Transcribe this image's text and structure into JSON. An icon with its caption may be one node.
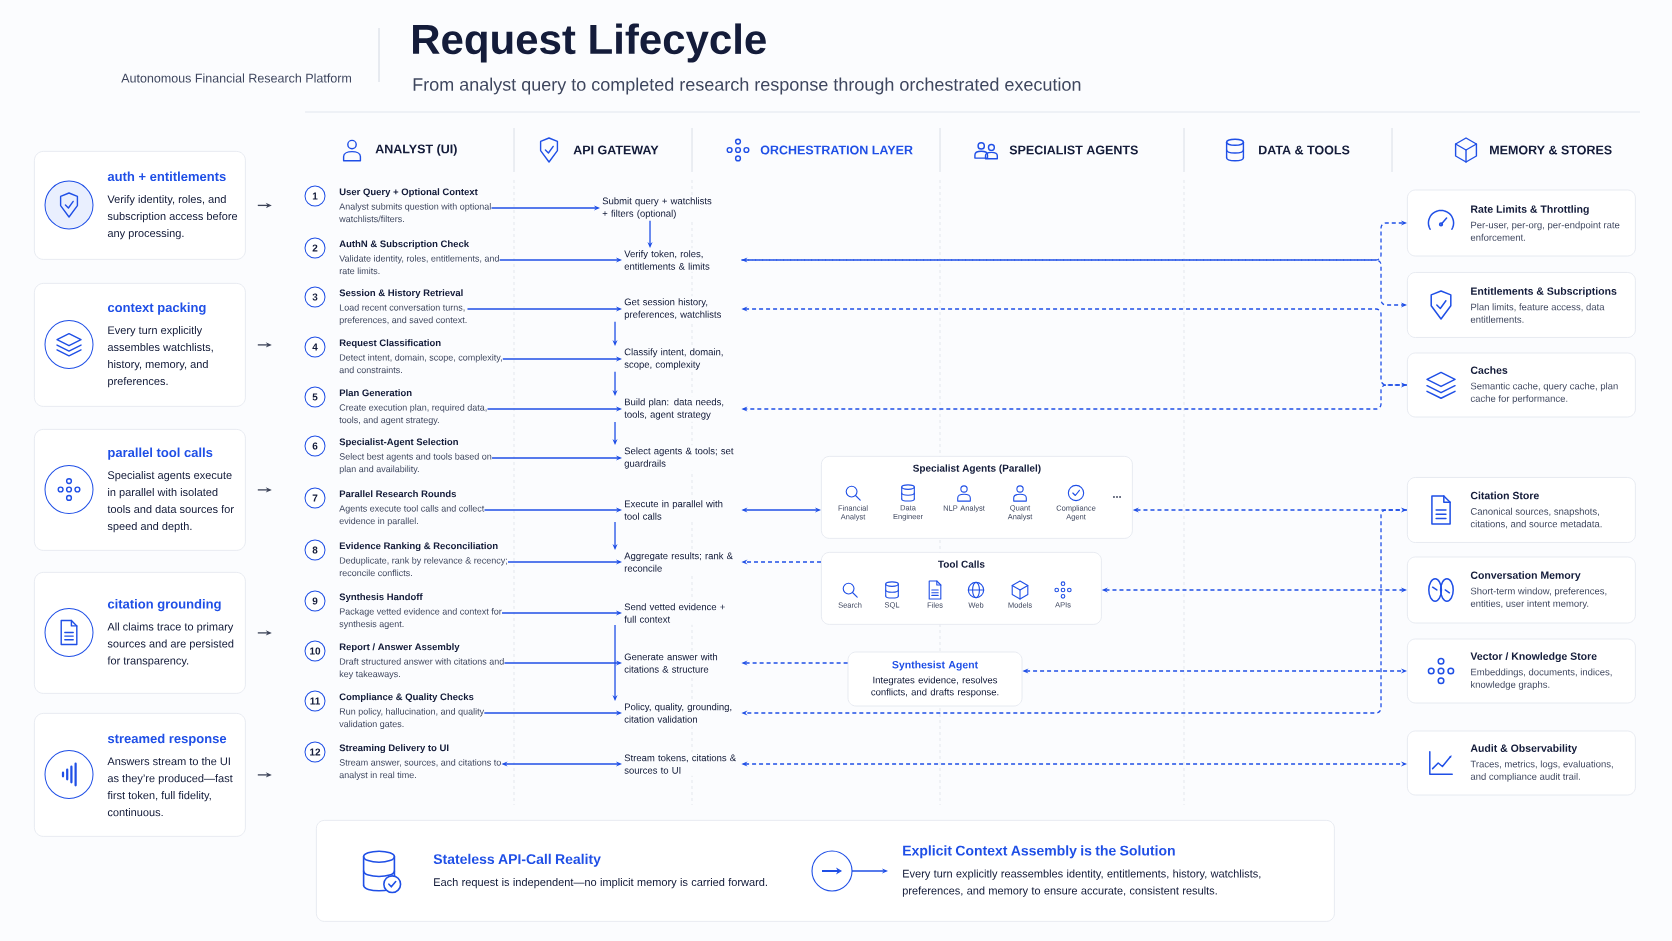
{
  "diagram": {
    "title": "Request Lifecycle",
    "nodes": [
      {
        "text": [
          "auth + entitlements",
          "Verify identity, roles, and subscription access before any processing."
        ]
      },
      {
        "text": [
          "context packing",
          "Every turn explicitly assembles watchlists, history, memory, and preferences."
        ]
      },
      {
        "text": [
          "parallel tool calls",
          "Specialist agents execute in parallel with isolated tools and data sources for speed and depth."
        ]
      },
      {
        "text": [
          "citation grounding",
          "All claims trace to primary sources and are persisted for transparency."
        ]
      },
      {
        "text": [
          "streamed response",
          "Answers stream to the UI as they’re produced—fast first token, full fidelity, continuous."
        ]
      },
      {
        "text": [
          "1",
          "User Query + Optional Context",
          "Analyst submits question with optional watchlists/filters."
        ]
      },
      {
        "text": [
          "2",
          "AuthN & Subscription Check",
          "Validate identity, roles, entitlements, and rate limits."
        ]
      },
      {
        "text": [
          "3",
          "Session & History Retrieval",
          "Load recent conversation turns, preferences, and saved context."
        ]
      },
      {
        "text": [
          "4",
          "Request Classification",
          "Detect intent, domain, scope, complexity, and constraints."
        ]
      },
      {
        "text": [
          "5",
          "Plan Generation",
          "Create execution plan, required data, tools, and agent strategy."
        ]
      },
      {
        "text": [
          "6",
          "Specialist-Agent Selection",
          "Select best agents and tools based on plan and availability."
        ]
      },
      {
        "text": [
          "7",
          "Parallel Research Rounds",
          "Agents execute tool calls and collect evidence in parallel."
        ]
      },
      {
        "text": [
          "8",
          "Evidence Ranking & Reconciliation",
          "Deduplicate, rank by relevance & recency; reconcile conflicts."
        ]
      },
      {
        "text": [
          "9",
          "Synthesis Handoff",
          "Package vetted evidence and context for synthesis agent."
        ]
      },
      {
        "text": [
          "10",
          "Report / Answer Assembly",
          "Draft structured answer with citations and key takeaways."
        ]
      },
      {
        "text": [
          "11",
          "Compliance & Quality Checks",
          "Run policy, hallucination, and quality validation gates."
        ]
      },
      {
        "text": [
          "12",
          "Streaming Delivery to UI",
          "Stream answer, sources, and citations to analyst in real time."
        ]
      },
      {
        "text": [
          "Submit query + watchlists + filters (optional)"
        ]
      },
      {
        "text": [
          "Verify token, roles, entitlements & limits"
        ]
      },
      {
        "text": [
          "Get session history, preferences, watchlists"
        ]
      },
      {
        "text": [
          "Classify intent, domain, scope, complexity"
        ]
      },
      {
        "text": [
          "Build plan: data needs, tools, agent strategy"
        ]
      },
      {
        "text": [
          "Select agents & tools; set guardrails"
        ]
      },
      {
        "text": [
          "Execute in parallel with tool calls"
        ]
      },
      {
        "text": [
          "Aggregate results; rank & reconcile"
        ]
      },
      {
        "text": [
          "Send vetted evidence + full context"
        ]
      },
      {
        "text": [
          "Generate answer with citations & structure"
        ]
      },
      {
        "text": [
          "Policy, quality, grounding, citation validation"
        ]
      },
      {
        "text": [
          "Stream tokens, citations & sources to UI"
        ]
      },
      {
        "text": [
          "Rate Limits & Throttling",
          "Per-user, per-org, per-endpoint rate enforcement."
        ]
      },
      {
        "text": [
          "Entitlements & Subscriptions",
          "Plan limits, feature access, data entitlements."
        ]
      },
      {
        "text": [
          "Caches",
          "Semantic cache, query cache, plan cache for performance."
        ]
      },
      {
        "text": [
          "Citation Store",
          "Canonical sources, snapshots, citations, and source metadata."
        ]
      },
      {
        "text": [
          "Conversation Memory",
          "Short-term window, preferences, entities, user intent memory."
        ]
      },
      {
        "text": [
          "Vector / Knowledge Store",
          "Embeddings, documents, indices, knowledge graphs."
        ]
      },
      {
        "text": [
          "Audit & Observability",
          "Traces, metrics, logs, evaluations, and compliance audit trail."
        ]
      },
      {
        "text": [
          "Specialist Agents (Parallel)"
        ]
      },
      {
        "text": [
          "Financial Analyst"
        ],
        "in": 36
      },
      {
        "text": [
          "Data Engineer"
        ],
        "in": 36
      },
      {
        "text": [
          "NLP Analyst"
        ],
        "in": 36
      },
      {
        "text": [
          "Quant Analyst"
        ],
        "in": 36
      },
      {
        "text": [
          "Compliance Agent"
        ],
        "in": 36
      },
      {
        "text": [
          "Tool Calls"
        ]
      },
      {
        "text": [
          "Search"
        ],
        "in": 42
      },
      {
        "text": [
          "SQL"
        ],
        "in": 42
      },
      {
        "text": [
          "Files"
        ],
        "in": 42
      },
      {
        "text": [
          "Web"
        ],
        "in": 42
      },
      {
        "text": [
          "Models"
        ],
        "in": 42
      },
      {
        "text": [
          "APIs"
        ],
        "in": 42
      },
      {
        "text": [
          "Synthesist Agent",
          "Integrates evidence, resolves conflicts, and drafts response."
        ]
      },
      {
        "text": [],
        "shape": "box"
      },
      {
        "text": [
          "Stateless API-Call Reality",
          "Each request is independent—no implicit memory is carried forward."
        ],
        "in": 50
      },
      {
        "text": [
          "Explicit Context Assembly is the Solution",
          "Every turn explicitly reassembles identity, entitlements, history, watchlists, preferences, and memory to ensure accurate, consistent results."
        ],
        "in": 50
      }
    ],
    "edges": [
      {
        "from": 0,
        "to": null,
        "arrow": "to",
        "color": "#3b4257"
      },
      {
        "from": 1,
        "to": null,
        "arrow": "to",
        "color": "#3b4257"
      },
      {
        "from": 2,
        "to": null,
        "arrow": "to",
        "color": "#3b4257"
      },
      {
        "from": 3,
        "to": null,
        "arrow": "to",
        "color": "#3b4257"
      },
      {
        "from": 4,
        "to": null,
        "arrow": "to",
        "color": "#3b4257"
      },
      {
        "from": 5,
        "to": 17,
        "arrow": "to"
      },
      {
        "from": 6,
        "to": 18,
        "arrow": "to"
      },
      {
        "from": 7,
        "to": 19,
        "arrow": "to"
      },
      {
        "from": 8,
        "to": 20,
        "arrow": "to"
      },
      {
        "from": 9,
        "to": 21,
        "arrow": "to"
      },
      {
        "from": 10,
        "to": 22,
        "arrow": "to"
      },
      {
        "from": 11,
        "to": 23,
        "arrow": "to"
      },
      {
        "from": 12,
        "to": 24,
        "arrow": "to"
      },
      {
        "from": 13,
        "to": 25,
        "arrow": "to"
      },
      {
        "from": 14,
        "to": 26,
        "arrow": "to"
      },
      {
        "from": 15,
        "to": 27,
        "arrow": "to"
      },
      {
        "from": 16,
        "to": 28,
        "arrow": "both"
      },
      {
        "from": 17,
        "to": 18,
        "arrow": "to"
      },
      {
        "from": 19,
        "to": 20,
        "arrow": "to"
      },
      {
        "from": 20,
        "to": 21,
        "arrow": "to"
      },
      {
        "from": 21,
        "to": 22,
        "arrow": "to"
      },
      {
        "from": 23,
        "to": 24,
        "arrow": "to"
      },
      {
        "from": 25,
        "to": 27,
        "arrow": "to"
      },
      {
        "from": 18,
        "to": 29,
        "arrow": "both",
        "style": "dashed"
      },
      {
        "from": 18,
        "to": 30,
        "arrow": "to",
        "style": "dashed"
      },
      {
        "from": 19,
        "to": 31,
        "arrow": "both",
        "style": "dashed"
      },
      {
        "from": 31,
        "to": 21,
        "arrow": "to",
        "style": "dashed"
      },
      {
        "from": 23,
        "to": 36,
        "arrow": "both"
      },
      {
        "from": 36,
        "to": 32,
        "arrow": "both",
        "style": "dashed"
      },
      {
        "from": 42,
        "to": 24,
        "arrow": "to",
        "style": "dashed"
      },
      {
        "from": 42,
        "to": 33,
        "arrow": "both",
        "style": "dashed"
      },
      {
        "from": 49,
        "to": 26,
        "arrow": "to",
        "style": "dashed"
      },
      {
        "from": 49,
        "to": 34,
        "arrow": "both",
        "style": "dashed"
      },
      {
        "from": 32,
        "to": 27,
        "arrow": "to",
        "style": "dashed"
      },
      {
        "from": 28,
        "to": 35,
        "arrow": "both",
        "style": "dashed"
      },
      {
        "from": 51,
        "to": 52,
        "arrow": "to"
      }
    ],
    "labels": [
      "Autonomous Financial Research Platform",
      "From analyst query to completed research response through orchestrated execution",
      "ANALYST (UI)",
      "API GATEWAY",
      "ORCHESTRATION LAYER",
      "SPECIALIST AGENTS",
      "DATA & TOOLS",
      "MEMORY & STORES",
      "..."
    ]
  }
}
